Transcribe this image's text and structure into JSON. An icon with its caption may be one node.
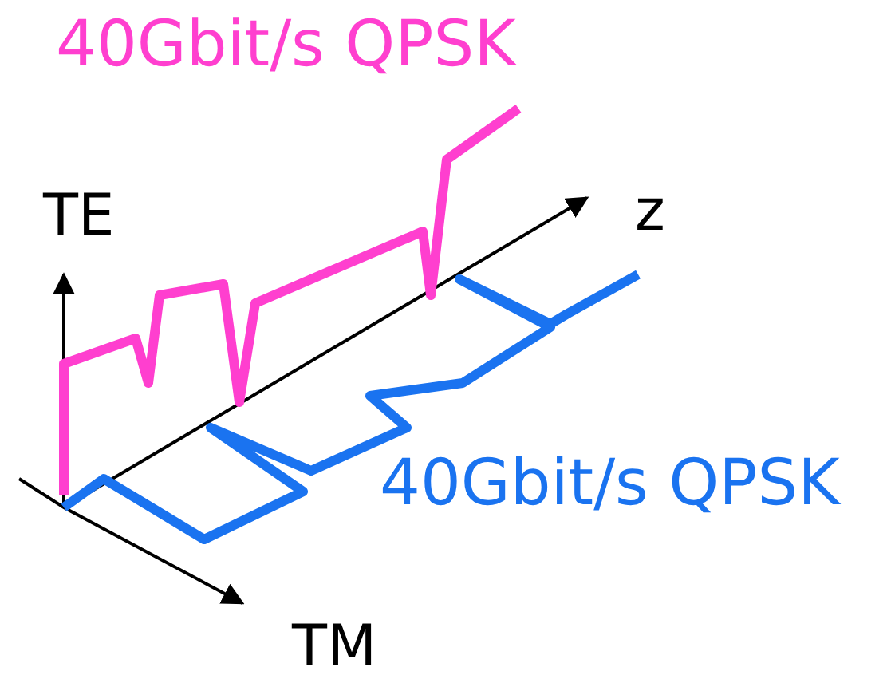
{
  "diagram": {
    "labels": [
      "40Gbit/s QPSK",
      "TE",
      "z",
      "40Gbit/s QPSK",
      "TM"
    ]
  }
}
